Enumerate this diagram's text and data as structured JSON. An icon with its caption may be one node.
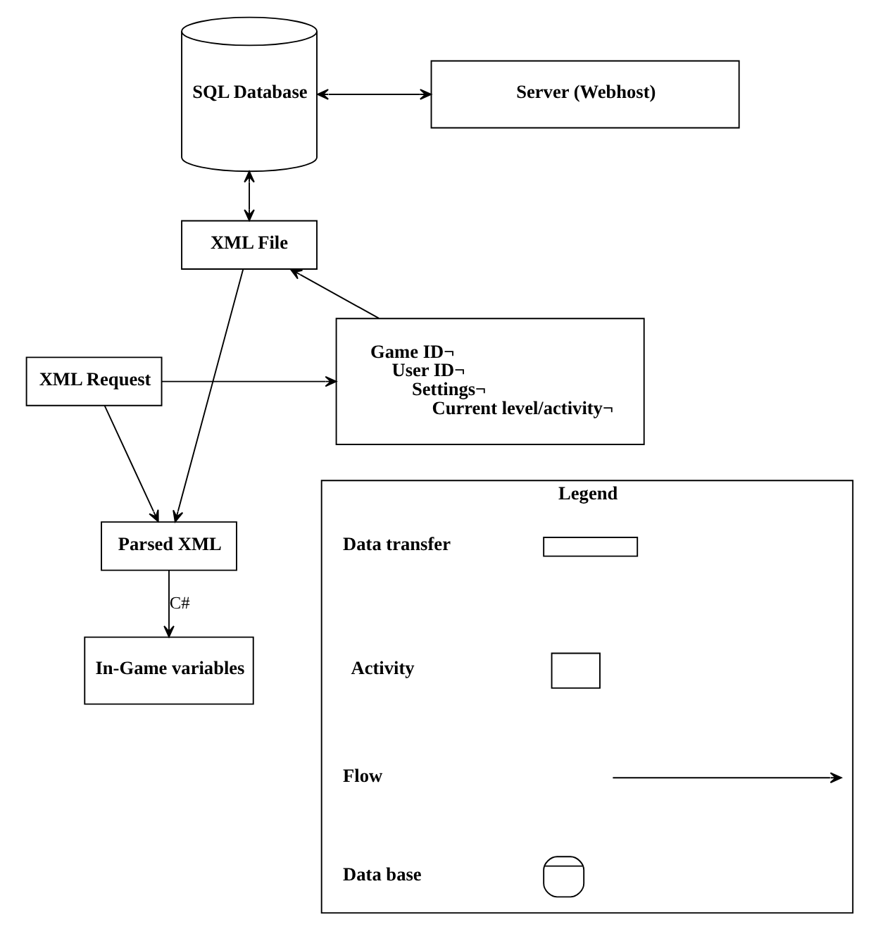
{
  "diagram": {
    "nodes": [
      {
        "text": [
          "SQL Database"
        ]
      },
      {
        "text": [
          "Server (Webhost)"
        ]
      },
      {
        "text": [
          "XML File"
        ]
      },
      {
        "text": [
          "Game ID¬",
          "User ID¬",
          "Settings¬",
          "Current level/activity¬"
        ]
      },
      {
        "text": [
          "XML Request"
        ]
      },
      {
        "text": [
          "Parsed XML"
        ]
      },
      {
        "text": [
          "In-Game variables"
        ]
      },
      {
        "text": [
          "Legend"
        ]
      }
    ],
    "edges": [
      {
        "from": 0,
        "to": 1,
        "arrow": "both"
      },
      {
        "from": 0,
        "to": 2,
        "arrow": "both"
      },
      {
        "from": 3,
        "to": 2,
        "arrow": "to"
      },
      {
        "from": 4,
        "to": 3,
        "arrow": "to"
      },
      {
        "from": 4,
        "to": 5,
        "arrow": "to"
      },
      {
        "from": 2,
        "to": 5,
        "arrow": "to"
      },
      {
        "from": 5,
        "to": 6,
        "label": "C#",
        "arrow": "to"
      }
    ],
    "legend": [
      {
        "text": "Data transfer"
      },
      {
        "text": "Activity"
      },
      {
        "text": "Flow"
      },
      {
        "text": "Data base"
      }
    ]
  }
}
